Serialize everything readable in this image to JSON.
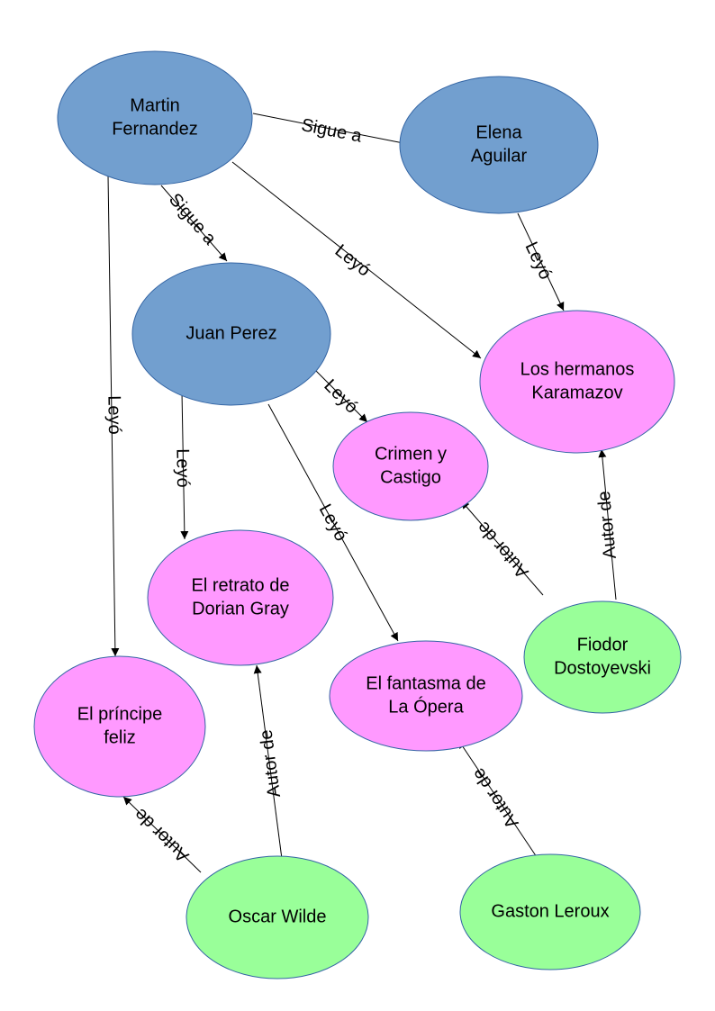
{
  "colors": {
    "person": "#729fcf",
    "book": "#ff99ff",
    "author": "#99ff99",
    "outline": "#3465a4",
    "edge": "#000000"
  },
  "nodes": [
    {
      "id": "martin",
      "kind": "person",
      "lines": [
        "Martin",
        "Fernandez"
      ]
    },
    {
      "id": "elena",
      "kind": "person",
      "lines": [
        "Elena",
        "Aguilar"
      ]
    },
    {
      "id": "juan",
      "kind": "person",
      "lines": [
        "Juan Perez"
      ]
    },
    {
      "id": "karamazov",
      "kind": "book",
      "lines": [
        "Los hermanos",
        "Karamazov"
      ]
    },
    {
      "id": "crimen",
      "kind": "book",
      "lines": [
        "Crimen y",
        "Castigo"
      ]
    },
    {
      "id": "dorian",
      "kind": "book",
      "lines": [
        "El retrato de",
        "Dorian Gray"
      ]
    },
    {
      "id": "fantasma",
      "kind": "book",
      "lines": [
        "El fantasma de",
        "La Ópera"
      ]
    },
    {
      "id": "principe",
      "kind": "book",
      "lines": [
        "El príncipe",
        "feliz"
      ]
    },
    {
      "id": "fiodor",
      "kind": "author",
      "lines": [
        "Fiodor",
        "Dostoyevski"
      ]
    },
    {
      "id": "oscar",
      "kind": "author",
      "lines": [
        "Oscar Wilde"
      ]
    },
    {
      "id": "gaston",
      "kind": "author",
      "lines": [
        "Gaston Leroux"
      ]
    }
  ],
  "edges": [
    {
      "id": "martin-elena",
      "from": "martin",
      "to": "elena",
      "label": "Sigue a"
    },
    {
      "id": "martin-juan",
      "from": "martin",
      "to": "juan",
      "label": "Sigue a"
    },
    {
      "id": "martin-karamazov",
      "from": "martin",
      "to": "karamazov",
      "label": "Leyó"
    },
    {
      "id": "martin-principe",
      "from": "martin",
      "to": "principe",
      "label": "Leyó"
    },
    {
      "id": "elena-karamazov",
      "from": "elena",
      "to": "karamazov",
      "label": "Leyó"
    },
    {
      "id": "juan-crimen",
      "from": "juan",
      "to": "crimen",
      "label": "Leyó"
    },
    {
      "id": "juan-dorian",
      "from": "juan",
      "to": "dorian",
      "label": "Leyó"
    },
    {
      "id": "juan-fantasma",
      "from": "juan",
      "to": "fantasma",
      "label": "Leyó"
    },
    {
      "id": "fiodor-crimen",
      "from": "fiodor",
      "to": "crimen",
      "label": "Autor de"
    },
    {
      "id": "fiodor-karamazov",
      "from": "fiodor",
      "to": "karamazov",
      "label": "Autor de"
    },
    {
      "id": "oscar-dorian",
      "from": "oscar",
      "to": "dorian",
      "label": "Autor de"
    },
    {
      "id": "oscar-principe",
      "from": "oscar",
      "to": "principe",
      "label": "Autor de"
    },
    {
      "id": "gaston-fantasma",
      "from": "gaston",
      "to": "fantasma",
      "label": "Autor de"
    }
  ]
}
